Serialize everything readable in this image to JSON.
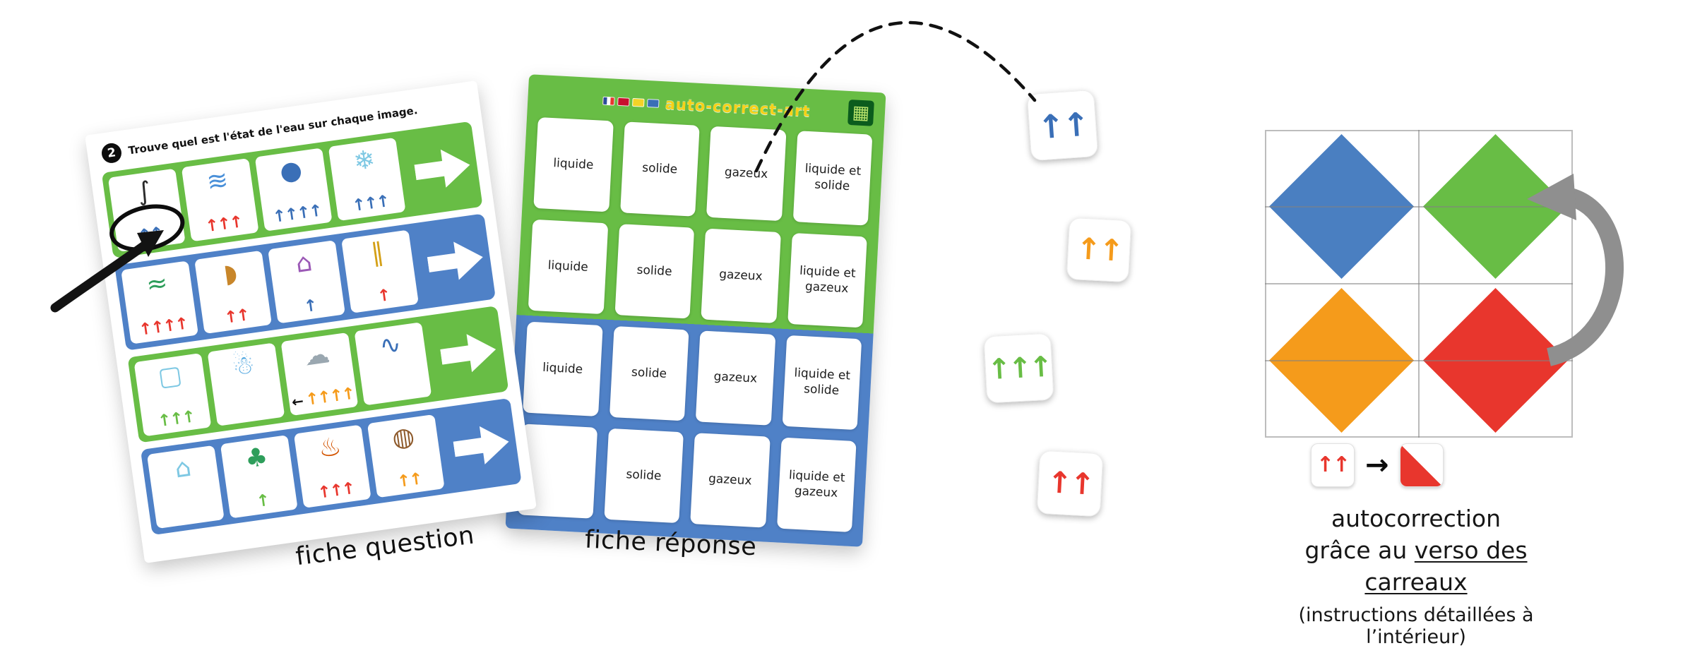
{
  "question_card": {
    "badge": "2",
    "title": "Trouve quel est l'état de l'eau sur chaque image.",
    "caption": "fiche question",
    "rows": [
      {
        "color": "#68bd45",
        "items": [
          {
            "icon": "ladle-icon",
            "glyph": "∫",
            "glyph_color": "#2b2b2b",
            "arrows": "↑↑",
            "arrow_color": "#3a6fb7"
          },
          {
            "icon": "fountain-icon",
            "glyph": "≋",
            "glyph_color": "#4a90d9",
            "arrows": "↑↑↑",
            "arrow_color": "#e8362d"
          },
          {
            "icon": "pool-icon",
            "glyph": "●",
            "glyph_color": "#3a6fb7",
            "arrows": "↑↑↑↑",
            "arrow_color": "#3a6fb7"
          },
          {
            "icon": "icicles-icon",
            "glyph": "❄",
            "glyph_color": "#7ec8e3",
            "arrows": "↑↑↑",
            "arrow_color": "#3a6fb7"
          }
        ]
      },
      {
        "color": "#4f81c7",
        "items": [
          {
            "icon": "water-basin-icon",
            "glyph": "≈",
            "glyph_color": "#2e9e5b",
            "arrows": "↑↑↑↑",
            "arrow_color": "#e8362d"
          },
          {
            "icon": "pie-icon",
            "glyph": "◗",
            "glyph_color": "#c8862a",
            "arrows": "↑↑",
            "arrow_color": "#e8362d"
          },
          {
            "icon": "iron-icon",
            "glyph": "⌂",
            "glyph_color": "#9b59b6",
            "arrows": "↑",
            "arrow_color": "#3a6fb7"
          },
          {
            "icon": "skis-icon",
            "glyph": "∥",
            "glyph_color": "#d4a017",
            "arrows": "↑",
            "arrow_color": "#e8362d"
          }
        ]
      },
      {
        "color": "#68bd45",
        "items": [
          {
            "icon": "ice-cubes-icon",
            "glyph": "▢",
            "glyph_color": "#7ec8e3",
            "arrows": "↑↑↑",
            "arrow_color": "#68bd45"
          },
          {
            "icon": "cold-child-icon",
            "glyph": "☃",
            "glyph_color": "#5dade2",
            "arrows": "",
            "arrow_color": "#68bd45"
          },
          {
            "icon": "rain-cloud-icon",
            "glyph": "☁",
            "glyph_color": "#9aa7b0",
            "extra": "←",
            "arrows": "↑↑↑↑",
            "arrow_color": "#f59b1b"
          },
          {
            "icon": "fishing-pond-icon",
            "glyph": "∿",
            "glyph_color": "#3a6fb7",
            "arrows": "",
            "arrow_color": "#3a6fb7"
          }
        ]
      },
      {
        "color": "#4f81c7",
        "items": [
          {
            "icon": "igloo-icon",
            "glyph": "⌂",
            "glyph_color": "#7ec8e3",
            "arrows": "",
            "arrow_color": "#3a6fb7"
          },
          {
            "icon": "pond-tree-icon",
            "glyph": "♣",
            "glyph_color": "#2e9e5b",
            "arrows": "↑",
            "arrow_color": "#68bd45"
          },
          {
            "icon": "boiling-pot-icon",
            "glyph": "♨",
            "glyph_color": "#d35400",
            "arrows": "↑↑↑",
            "arrow_color": "#e8362d"
          },
          {
            "icon": "cocoa-icon",
            "glyph": "◍",
            "glyph_color": "#8e5a2b",
            "arrows": "↑↑",
            "arrow_color": "#f59b1b"
          }
        ]
      }
    ]
  },
  "answer_card": {
    "brand": "auto-correct-art",
    "caption": "fiche réponse",
    "top_color": "#68bd45",
    "bottom_color": "#4f81c7",
    "grid": [
      [
        "liquide",
        "solide",
        "gazeux",
        "liquide et solide"
      ],
      [
        "liquide",
        "solide",
        "gazeux",
        "liquide et gazeux"
      ],
      [
        "liquide",
        "solide",
        "gazeux",
        "liquide et solide"
      ],
      [
        "",
        "solide",
        "gazeux",
        "liquide et gazeux"
      ]
    ]
  },
  "tiles": [
    {
      "name": "blue",
      "arrows": "↑↑",
      "color": "#3a6fb7"
    },
    {
      "name": "orange",
      "arrows": "↑↑",
      "color": "#f59b1b"
    },
    {
      "name": "green",
      "arrows": "↑↑↑",
      "color": "#68bd45"
    },
    {
      "name": "red",
      "arrows": "↑↑",
      "color": "#e8362d"
    }
  ],
  "verso": {
    "diamond_colors": [
      "#4a7fc1",
      "#68bd45",
      "#f59b1b",
      "#e8362d"
    ],
    "demo": {
      "arrows": "↑↑",
      "arrow_color": "#e8362d",
      "flip_arrow": "→",
      "triangle_color": "#e8362d"
    },
    "line1": "autocorrection",
    "line2_prefix": "grâce au ",
    "line2_underline": "verso des carreaux",
    "line3": "(instructions détaillées à l’intérieur)"
  }
}
